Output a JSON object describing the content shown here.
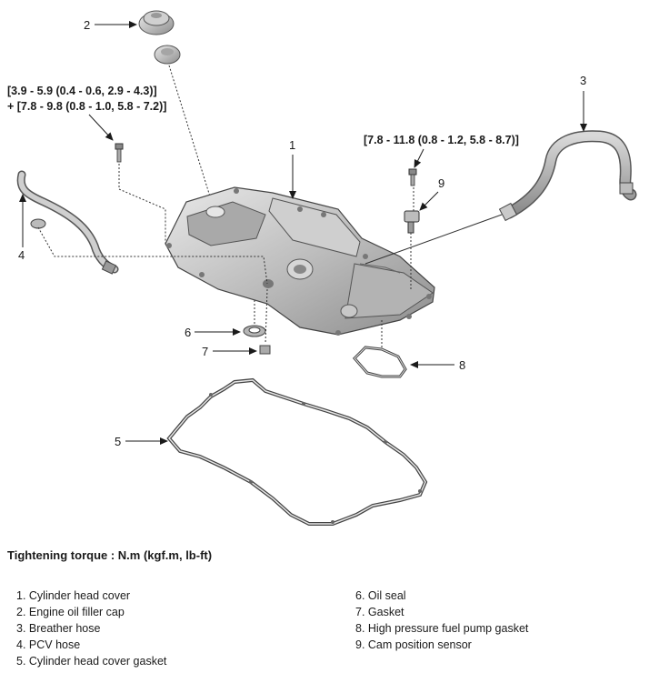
{
  "callouts": {
    "n1": "1",
    "n2": "2",
    "n3": "3",
    "n4": "4",
    "n5": "5",
    "n6": "6",
    "n7": "7",
    "n8": "8",
    "n9": "9"
  },
  "torque_specs": {
    "cover_bolt_line1": "[3.9 - 5.9 (0.4 - 0.6, 2.9 - 4.3)]",
    "cover_bolt_line2": "+ [7.8 - 9.8 (0.8 - 1.0, 5.8 - 7.2)]",
    "sensor_bolt": "[7.8 - 11.8 (0.8 - 1.2, 5.8 - 8.7)]"
  },
  "heading": "Tightening torque : N.m (kgf.m, lb-ft)",
  "legend_left": [
    "1. Cylinder head cover",
    "2. Engine oil filler cap",
    "3. Breather hose",
    "4. PCV hose",
    "5. Cylinder head cover gasket"
  ],
  "legend_right": [
    "6. Oil seal",
    "7. Gasket",
    "8. High pressure fuel pump gasket",
    "9. Cam position sensor"
  ]
}
